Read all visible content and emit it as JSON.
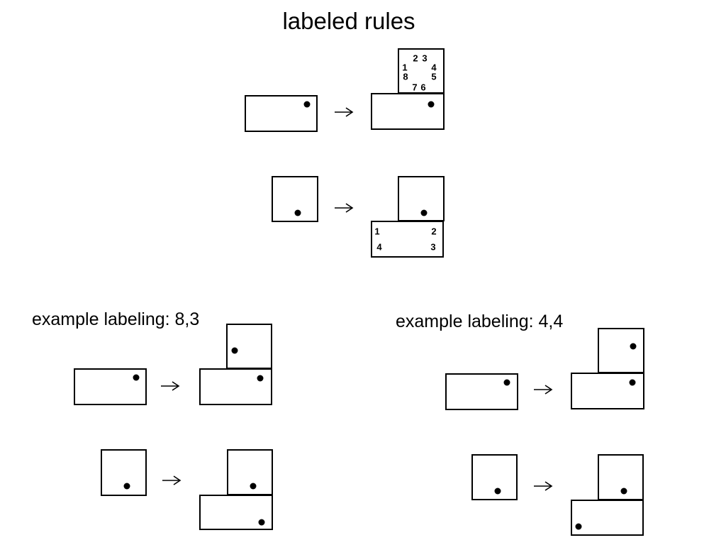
{
  "title": "labeled rules",
  "colors": {
    "background": "#ffffff",
    "line": "#000000",
    "dot": "#000000",
    "text": "#000000"
  },
  "rule1": {
    "ring_labels": {
      "p1": "1",
      "p2": "2",
      "p3": "3",
      "p4": "4",
      "p5": "5",
      "p6": "6",
      "p7": "7",
      "p8": "8"
    }
  },
  "rule2": {
    "corner_labels": {
      "top_left": "1",
      "top_right": "2",
      "bottom_right": "3",
      "bottom_left": "4"
    }
  },
  "examples": {
    "left": {
      "caption": "example labeling: 8,3"
    },
    "right": {
      "caption": "example labeling: 4,4"
    }
  }
}
